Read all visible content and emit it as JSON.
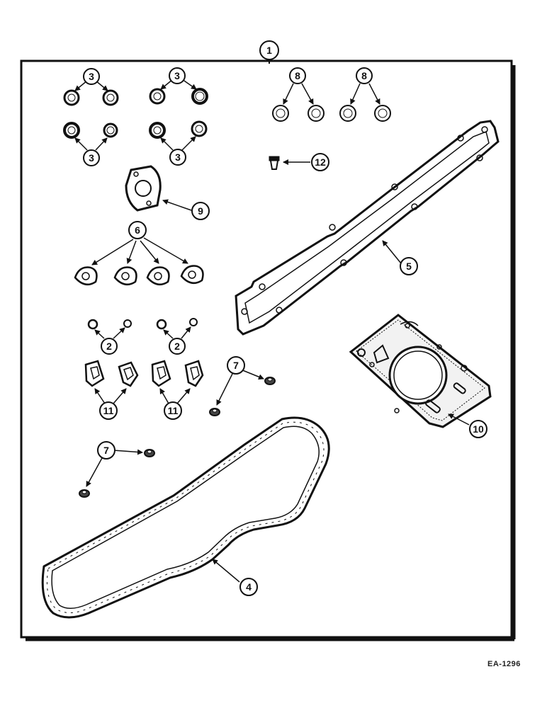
{
  "callouts": {
    "kit": "1",
    "seal_top_left": "3",
    "seal_top_right": "3",
    "seal_bottom_left": "3",
    "seal_bottom_right": "3",
    "washer_left": "8",
    "washer_right": "8",
    "plug": "12",
    "flange_gasket": "9",
    "exhaust_gaskets": "6",
    "manifold_gasket": "5",
    "oring_left": "2",
    "oring_right": "2",
    "small_washer_top": "7",
    "small_washer_bottom": "7",
    "plate_gasket_left": "11",
    "plate_gasket_right": "11",
    "head_gasket": "10",
    "oil_pan_gasket": "4"
  },
  "drawing_code": "EA-1296",
  "colors": {
    "ink": "#111111",
    "paper": "#ffffff"
  }
}
